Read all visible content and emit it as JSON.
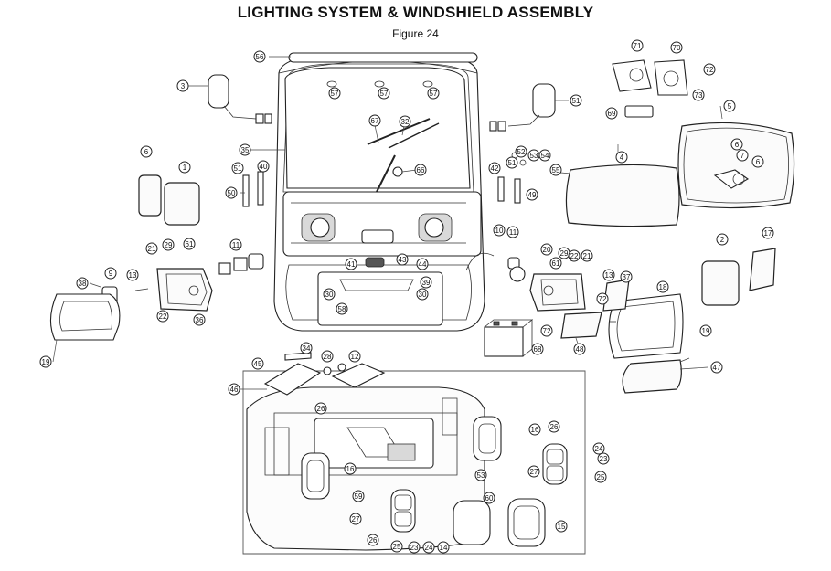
{
  "title": "LIGHTING SYSTEM & WINDSHIELD ASSEMBLY",
  "subtitle": "Figure 24",
  "callouts": [
    "56",
    "3",
    "57",
    "57",
    "57",
    "51",
    "71",
    "70",
    "72",
    "73",
    "69",
    "5",
    "67",
    "32",
    "35",
    "6",
    "7",
    "6",
    "6",
    "1",
    "51",
    "40",
    "50",
    "66",
    "52",
    "53",
    "54",
    "51",
    "55",
    "42",
    "49",
    "4",
    "10",
    "11",
    "21",
    "29",
    "61",
    "11",
    "13",
    "9",
    "38",
    "22",
    "36",
    "19",
    "41",
    "43",
    "44",
    "39",
    "30",
    "30",
    "58",
    "20",
    "29",
    "22",
    "21",
    "61",
    "13",
    "37",
    "72",
    "72",
    "18",
    "2",
    "17",
    "19",
    "47",
    "48",
    "68",
    "34",
    "28",
    "12",
    "45",
    "26",
    "46",
    "16",
    "26",
    "24",
    "23",
    "25",
    "16",
    "27",
    "53",
    "60",
    "59",
    "27",
    "26",
    "25",
    "23",
    "24",
    "14",
    "15"
  ]
}
